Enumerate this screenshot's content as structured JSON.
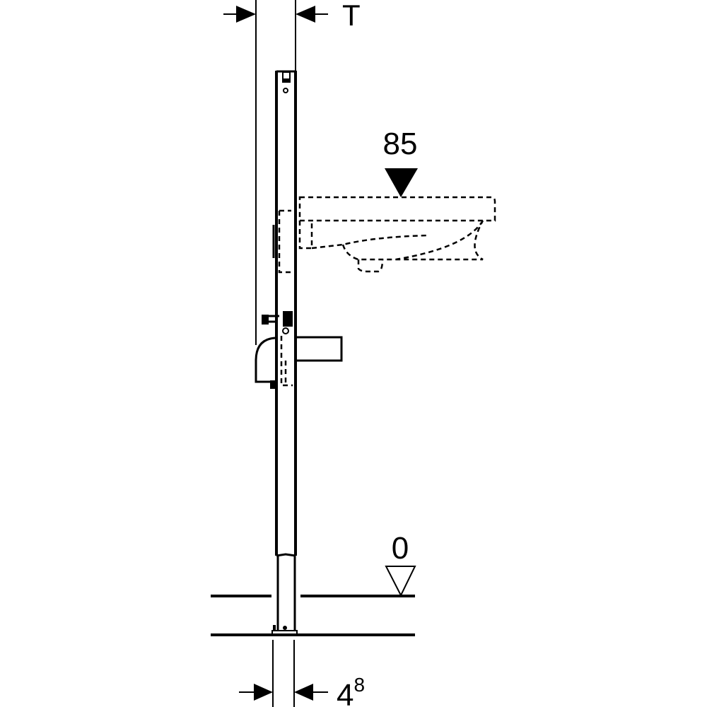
{
  "labels": {
    "depth": "T",
    "sink_height": "85",
    "floor_level": "0",
    "foot_width_base": "4",
    "foot_width_sup": "8"
  },
  "colors": {
    "line": "#000000",
    "background": "#ffffff"
  }
}
